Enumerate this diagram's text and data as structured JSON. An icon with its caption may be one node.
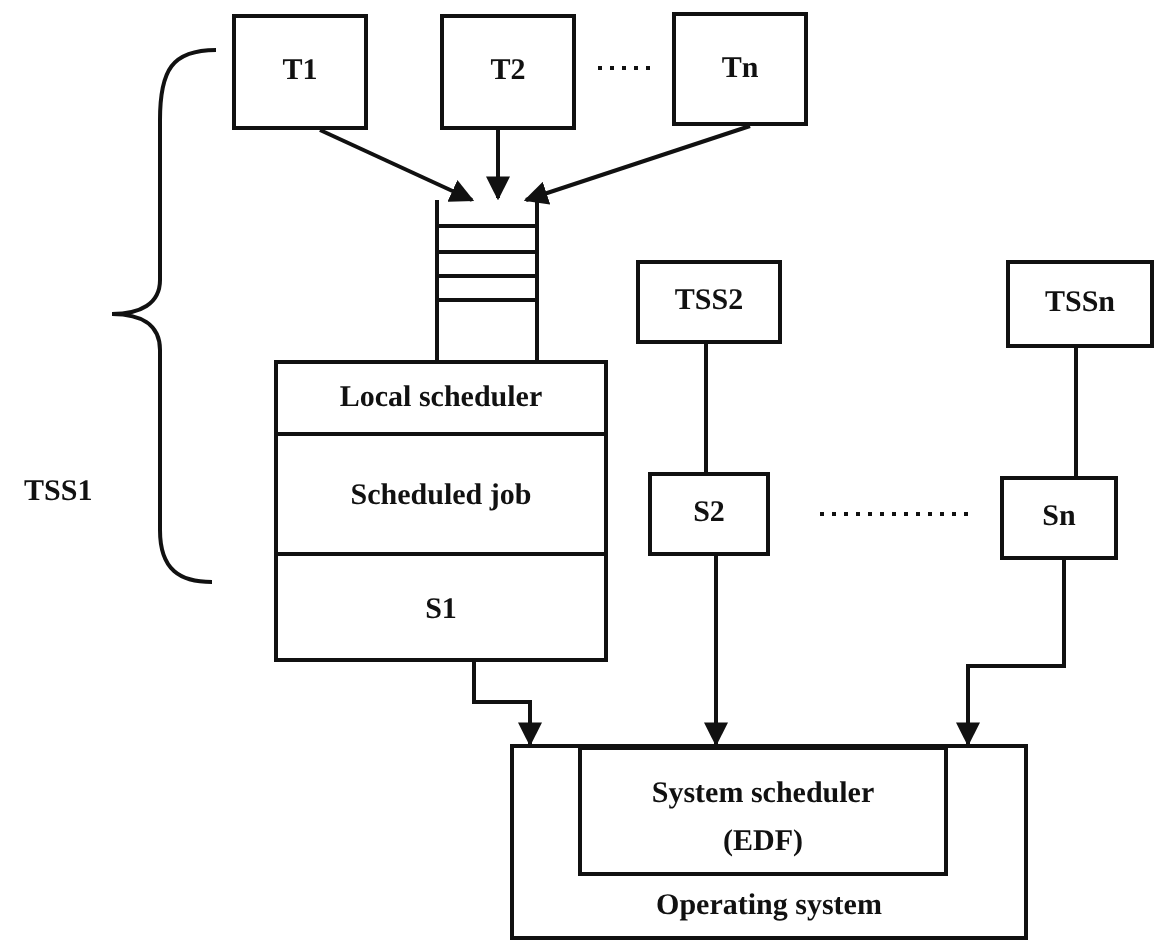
{
  "diagram": {
    "nodes": [
      {
        "text": [
          "T1"
        ]
      },
      {
        "text": [
          "T2"
        ]
      },
      {
        "text": [
          "Tn"
        ]
      },
      {
        "text": [],
        "shape": "queue"
      },
      {
        "text": [
          "Local scheduler",
          "Scheduled job",
          "S1"
        ]
      },
      {
        "text": [
          "TSS2"
        ]
      },
      {
        "text": [
          "S2"
        ]
      },
      {
        "text": [
          "TSSn"
        ]
      },
      {
        "text": [
          "Sn"
        ]
      },
      {
        "text": [
          "Operating system"
        ]
      },
      {
        "text": [
          "System scheduler (EDF)"
        ],
        "in": 9
      }
    ],
    "edges": [
      {
        "from": 0,
        "to": 3,
        "arrow": "to"
      },
      {
        "from": 1,
        "to": 3,
        "arrow": "to"
      },
      {
        "from": 2,
        "to": 3,
        "arrow": "to"
      },
      {
        "from": 5,
        "to": 6,
        "arrow": "none"
      },
      {
        "from": 7,
        "to": 8,
        "arrow": "none"
      },
      {
        "from": 4,
        "to": 9,
        "arrow": "to"
      },
      {
        "from": 6,
        "to": 9,
        "arrow": "to"
      },
      {
        "from": 8,
        "to": 9,
        "arrow": "to"
      }
    ],
    "labels": [
      "TSS1"
    ]
  }
}
